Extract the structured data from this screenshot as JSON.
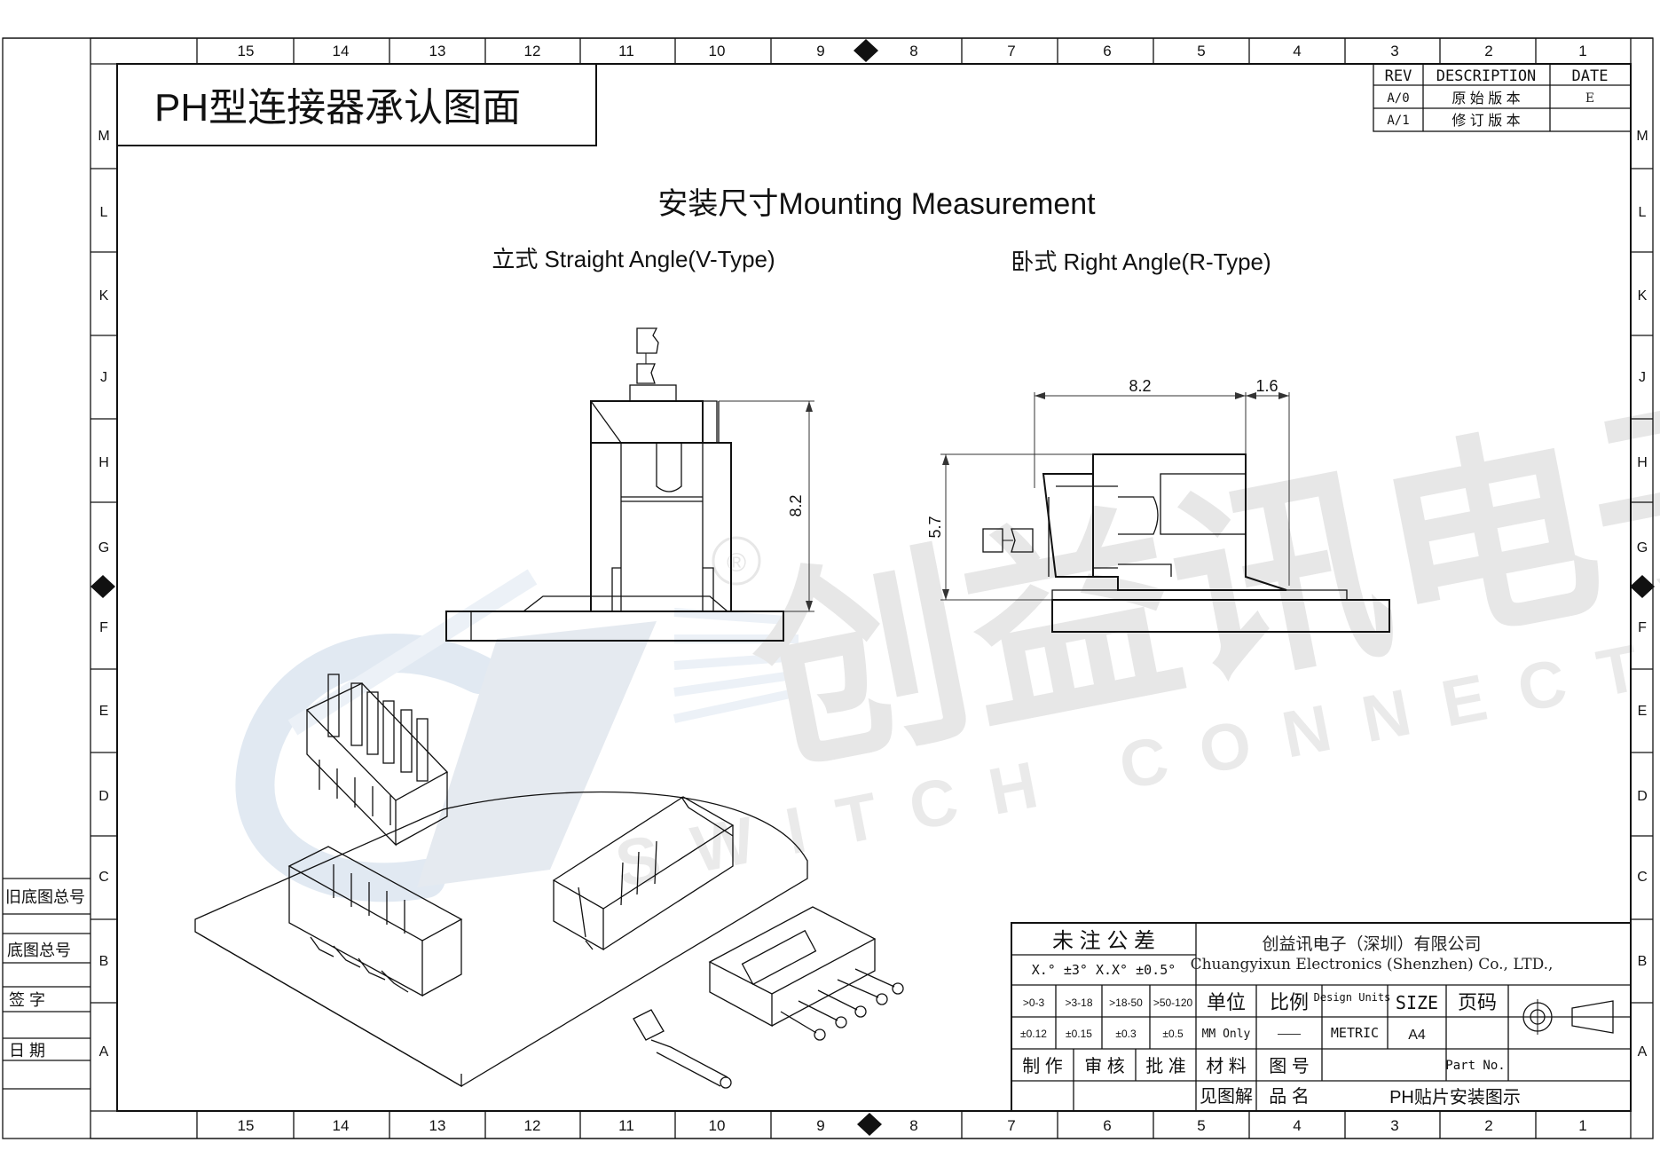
{
  "title": "PH型连接器承认图面",
  "heading": "安装尺寸Mounting  Measurement",
  "views": {
    "straight_label": "立式 Straight Angle(V-Type)",
    "right_label": "卧式 Right Angle(R-Type)",
    "dim_height_v": "8.2",
    "dim_width_r": "8.2",
    "dim_small_r": "1.6",
    "dim_height_r": "5.7"
  },
  "grid": {
    "columns": [
      "15",
      "14",
      "13",
      "12",
      "11",
      "10",
      "9",
      "8",
      "7",
      "6",
      "5",
      "4",
      "3",
      "2",
      "1"
    ],
    "rows": [
      "M",
      "L",
      "K",
      "J",
      "H",
      "G",
      "F",
      "E",
      "D",
      "C",
      "B",
      "A"
    ]
  },
  "revision": {
    "headers": [
      "REV",
      "DESCRIPTION",
      "DATE"
    ],
    "rows": [
      [
        "A/0",
        "原 始 版 本",
        "E"
      ],
      [
        "A/1",
        "修 订 版 本",
        ""
      ]
    ]
  },
  "side_labels": [
    "旧底图总号",
    "底图总号",
    "签 字",
    "日 期"
  ],
  "watermark": {
    "chinese": "创益讯电子",
    "english": "SWITCH CONNECTOR",
    "reg": "®"
  },
  "title_block": {
    "tolerance_title": "未 注 公 差",
    "tolerance_angles": "X.° ±3°  X.X° ±0.5°",
    "company_cn": "创益讯电子（深圳）有限公司",
    "company_en": "Chuangyixun Electronics (Shenzhen) Co., LTD.,",
    "ranges": [
      ">0-3",
      ">3-18",
      ">18-50",
      ">50-120"
    ],
    "tolerances": [
      "±0.12",
      "±0.15",
      "±0.3",
      "±0.5"
    ],
    "unit_label": "单位",
    "unit_value": "MM Only",
    "scale_label": "比例",
    "scale_value": "——",
    "design_units_label": "Design Units",
    "design_units_value": "METRIC",
    "size_label": "SIZE",
    "size_value": "A4",
    "page_label": "页码",
    "made_by": "制 作",
    "review": "审 核",
    "approve": "批 准",
    "material_label": "材 料",
    "material_value": "见图解",
    "drawing_no_label": "图 号",
    "part_no_label": "Part No.",
    "product_name_label": "品 名",
    "product_name": "PH贴片安装图示"
  }
}
